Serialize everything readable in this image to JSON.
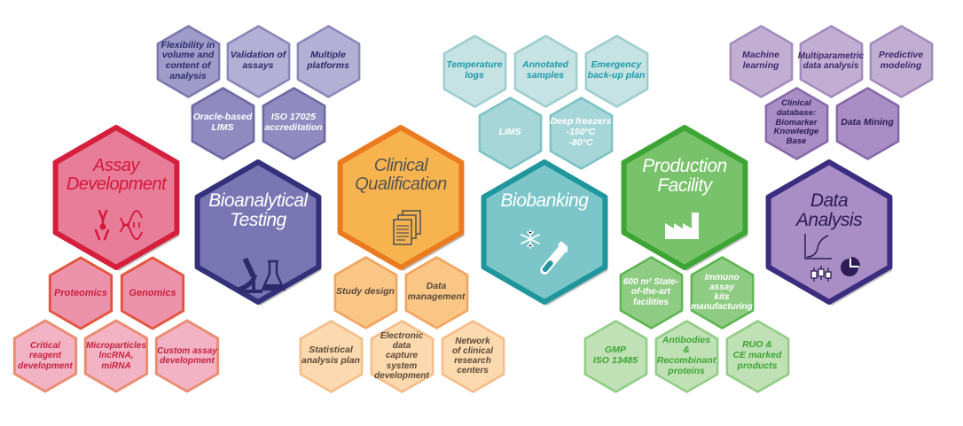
{
  "hexagons": [
    {
      "id": "flexibility",
      "label": "Flexibility in\nvolume and\ncontent of\nanalysis",
      "fill": "#9f9cc9",
      "stroke": "#7b77ad",
      "text": "#2d2a6b"
    },
    {
      "id": "validation",
      "label": "Validation of\nassays",
      "fill": "#b3b0d5",
      "stroke": "#8b87b8",
      "text": "#2d2a6b"
    },
    {
      "id": "multiple-platforms",
      "label": "Multiple\nplatforms",
      "fill": "#b3b0d5",
      "stroke": "#8b87b8",
      "text": "#2d2a6b"
    },
    {
      "id": "oracle-lims",
      "label": "Oracle-based\nLIMS",
      "fill": "#8f8bc0",
      "stroke": "#6d68a3",
      "text": "#ffffff"
    },
    {
      "id": "iso17025",
      "label": "ISO 17025\naccreditation",
      "fill": "#8f8bc0",
      "stroke": "#6d68a3",
      "text": "#ffffff"
    },
    {
      "id": "bioanalytical",
      "label": "Bioanalytical\nTesting",
      "fill": "#7a76b3",
      "stroke": "#34307a",
      "text": "#ffffff",
      "big": true
    },
    {
      "id": "assay-dev",
      "label": "Assay\nDevelopment",
      "fill": "#e77d99",
      "stroke": "#d61f3c",
      "text": "#d6173a",
      "big": true
    },
    {
      "id": "proteomics",
      "label": "Proteomics",
      "fill": "#ec93ab",
      "stroke": "#e4563f",
      "text": "#c81f3e"
    },
    {
      "id": "genomics",
      "label": "Genomics",
      "fill": "#ec93ab",
      "stroke": "#e4563f",
      "text": "#c81f3e"
    },
    {
      "id": "critical-reagent",
      "label": "Critical reagent\ndevelopment",
      "fill": "#f2b4c4",
      "stroke": "#ea8c72",
      "text": "#c81f3e"
    },
    {
      "id": "microparticles",
      "label": "Microparticles\nlncRNA,\nmiRNA",
      "fill": "#f2b4c4",
      "stroke": "#ea8c72",
      "text": "#c81f3e"
    },
    {
      "id": "custom-assay",
      "label": "Custom assay\ndevelopment",
      "fill": "#f2b4c4",
      "stroke": "#ea8c72",
      "text": "#c81f3e"
    },
    {
      "id": "clinical-qual",
      "label": "Clinical\nQualification",
      "fill": "#f7b44e",
      "stroke": "#ea7b1f",
      "text": "#555555",
      "big": true
    },
    {
      "id": "study-design",
      "label": "Study design",
      "fill": "#f9c686",
      "stroke": "#f2a35e",
      "text": "#5a4a3a"
    },
    {
      "id": "data-management",
      "label": "Data\nmanagement",
      "fill": "#f9c686",
      "stroke": "#f2a35e",
      "text": "#5a4a3a"
    },
    {
      "id": "statistical",
      "label": "Statistical\nanalysis plan",
      "fill": "#fcd9ae",
      "stroke": "#f6bc8a",
      "text": "#5a4a3a"
    },
    {
      "id": "edc",
      "label": "Electronic data\ncapture system\ndevelopment",
      "fill": "#fcd9ae",
      "stroke": "#f6bc8a",
      "text": "#5a4a3a"
    },
    {
      "id": "network",
      "label": "Network\nof clinical\nresearch\ncenters",
      "fill": "#fcd9ae",
      "stroke": "#f6bc8a",
      "text": "#5a4a3a"
    },
    {
      "id": "temperature",
      "label": "Temperature\nlogs",
      "fill": "#c6e3e4",
      "stroke": "#9fcdce",
      "text": "#1b9aa8"
    },
    {
      "id": "annotated",
      "label": "Annotated\nsamples",
      "fill": "#c6e3e4",
      "stroke": "#9fcdce",
      "text": "#1b9aa8"
    },
    {
      "id": "emergency",
      "label": "Emergency\nback-up plan",
      "fill": "#c6e3e4",
      "stroke": "#9fcdce",
      "text": "#1b9aa8"
    },
    {
      "id": "lims",
      "label": "LIMS",
      "fill": "#a7d6d8",
      "stroke": "#7cc3c6",
      "text": "#ffffff"
    },
    {
      "id": "deep-freezers",
      "label": "Deep freezers\n-150°C\n-80°C",
      "fill": "#a7d6d8",
      "stroke": "#7cc3c6",
      "text": "#ffffff"
    },
    {
      "id": "biobanking",
      "label": "Biobanking",
      "fill": "#7cc6c9",
      "stroke": "#1f959c",
      "text": "#ffffff",
      "big": true
    },
    {
      "id": "production",
      "label": "Production\nFacility",
      "fill": "#77c26a",
      "stroke": "#3da534",
      "text": "#ffffff",
      "big": true
    },
    {
      "id": "facilities",
      "label": "600 m² State-\nof-the-art\nfacilities",
      "fill": "#8fcc83",
      "stroke": "#5cb550",
      "text": "#ffffff"
    },
    {
      "id": "immuno-kits",
      "label": "Immuno assay\nkits\nmanufacturing",
      "fill": "#8fcc83",
      "stroke": "#5cb550",
      "text": "#ffffff"
    },
    {
      "id": "gmp",
      "label": "GMP\nISO 13485",
      "fill": "#bfe1b5",
      "stroke": "#92cc86",
      "text": "#3da534"
    },
    {
      "id": "antibodies",
      "label": "Antibodies\n&\nRecombinant\nproteins",
      "fill": "#bfe1b5",
      "stroke": "#92cc86",
      "text": "#3da534"
    },
    {
      "id": "ruo",
      "label": "RUO &\nCE marked\nproducts",
      "fill": "#bfe1b5",
      "stroke": "#92cc86",
      "text": "#3da534"
    },
    {
      "id": "machine-learning",
      "label": "Machine\nlearning",
      "fill": "#c2aed3",
      "stroke": "#a38bbd",
      "text": "#3e2a6a"
    },
    {
      "id": "multiparametric",
      "label": "Multiparametric\ndata analysis",
      "fill": "#c2aed3",
      "stroke": "#a38bbd",
      "text": "#3e2a6a"
    },
    {
      "id": "predictive",
      "label": "Predictive\nmodeling",
      "fill": "#c2aed3",
      "stroke": "#a38bbd",
      "text": "#3e2a6a"
    },
    {
      "id": "clinical-db",
      "label": "Clinical\ndatabase:\nBiomarker\nKnowledge\nBase",
      "fill": "#a98ec5",
      "stroke": "#8668a9",
      "text": "#2d1c55"
    },
    {
      "id": "data-mining",
      "label": "Data Mining",
      "fill": "#a98ec5",
      "stroke": "#8668a9",
      "text": "#2d1c55"
    },
    {
      "id": "data-analysis",
      "label": "Data\nAnalysis",
      "fill": "#a98ec5",
      "stroke": "#3b2d7f",
      "text": "#2d1c55",
      "big": true
    }
  ]
}
